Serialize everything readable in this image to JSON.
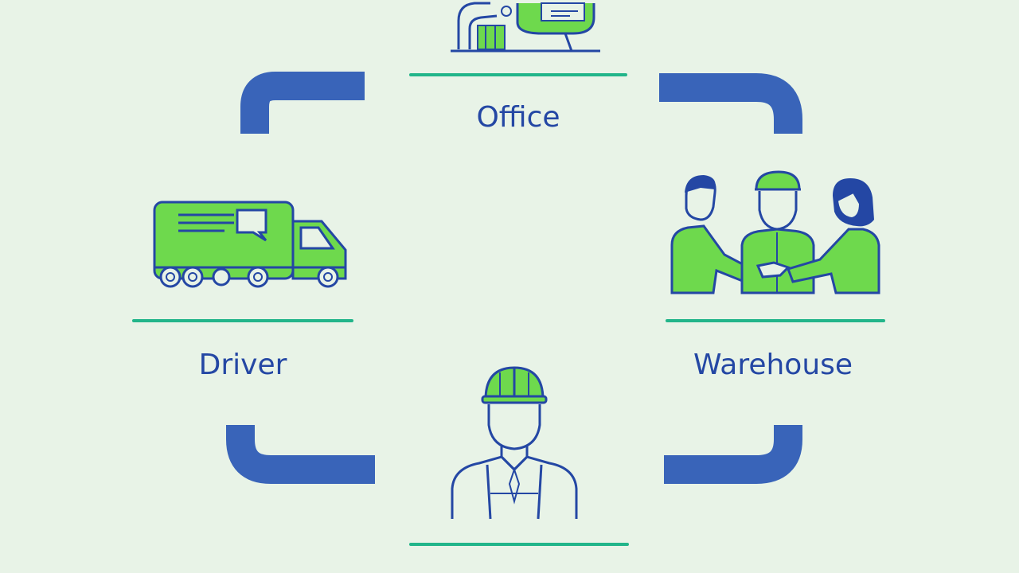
{
  "colors": {
    "background": "#e8f3e7",
    "connector_blue": "#3964b9",
    "line_teal": "#22b58a",
    "icon_outline": "#2447a4",
    "icon_green": "#6ed94d"
  },
  "nodes": {
    "office": {
      "label": "Office",
      "icon": "office-desk-icon"
    },
    "driver": {
      "label": "Driver",
      "icon": "delivery-truck-icon"
    },
    "warehouse": {
      "label": "Warehouse",
      "icon": "team-handshake-icon"
    },
    "worker": {
      "label": "",
      "icon": "hard-hat-worker-icon"
    }
  }
}
